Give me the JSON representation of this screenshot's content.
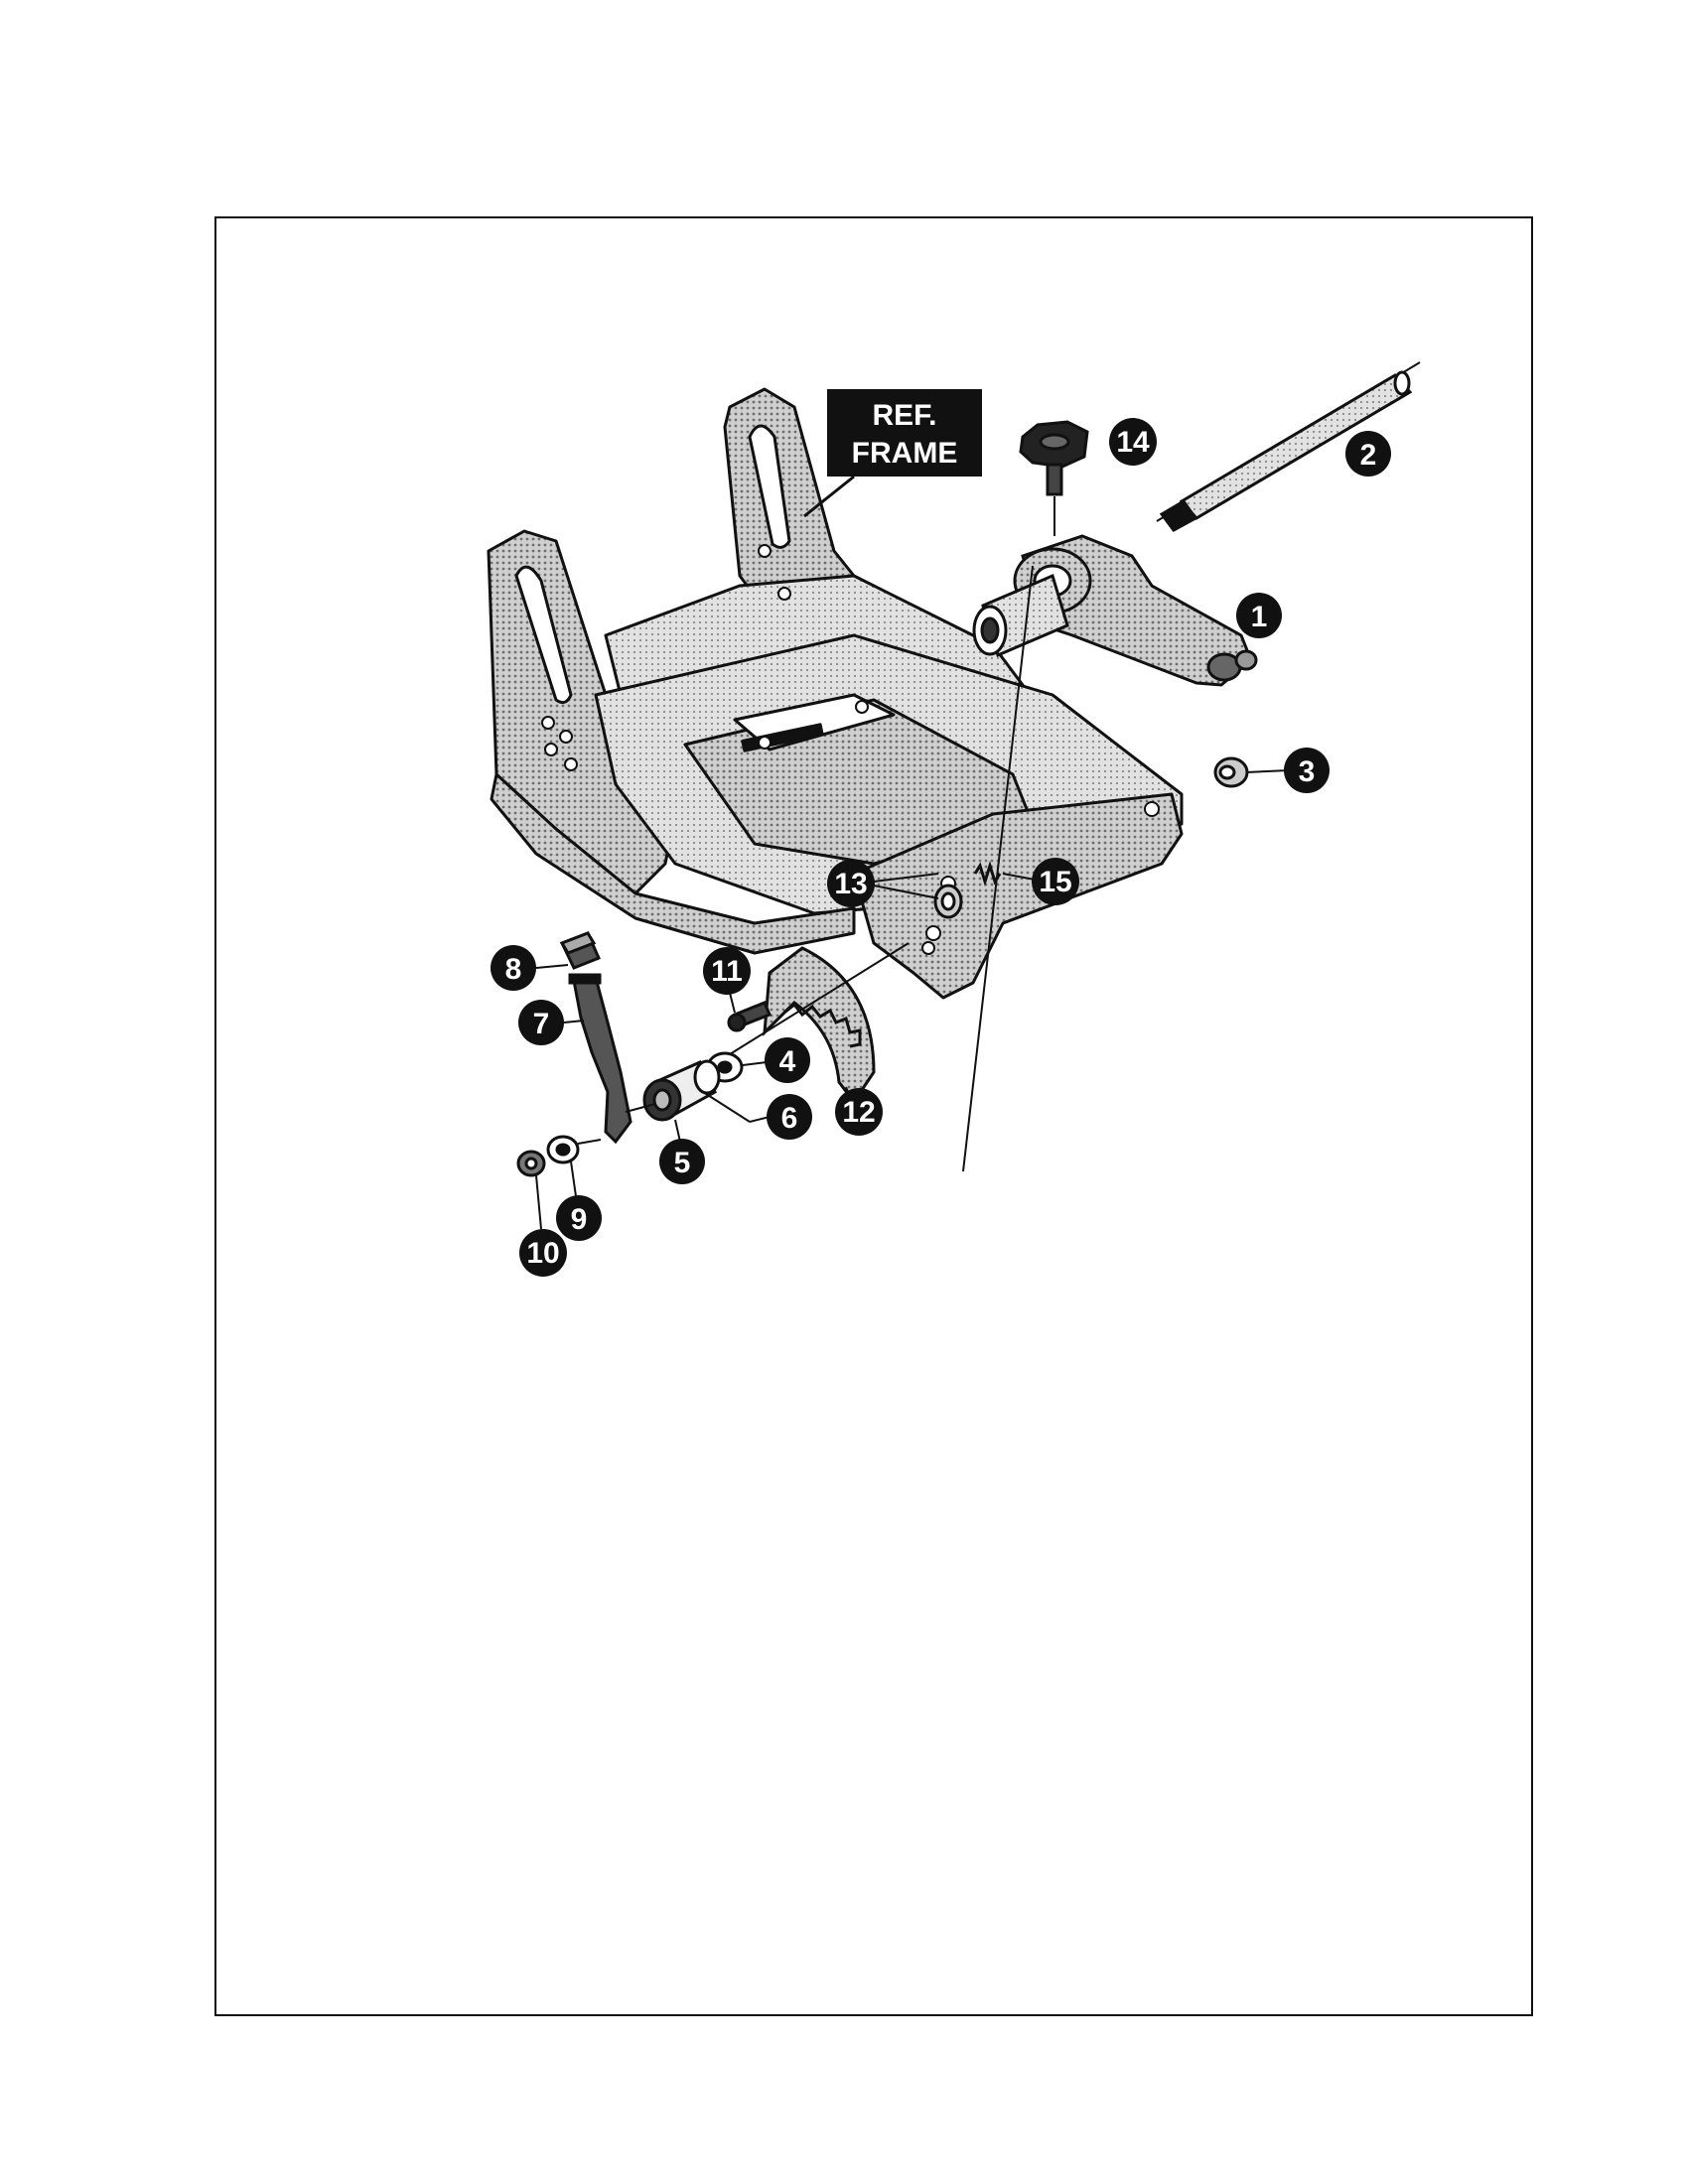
{
  "ref_label": {
    "line1": "REF.",
    "line2": "FRAME"
  },
  "callouts": [
    "1",
    "2",
    "3",
    "4",
    "5",
    "6",
    "7",
    "8",
    "9",
    "10",
    "11",
    "12",
    "13",
    "14",
    "15"
  ],
  "colors": {
    "ink": "#111111",
    "part_fill": "#b4b4b4",
    "part_fill_light": "#d6d6d6",
    "paper": "#ffffff"
  }
}
